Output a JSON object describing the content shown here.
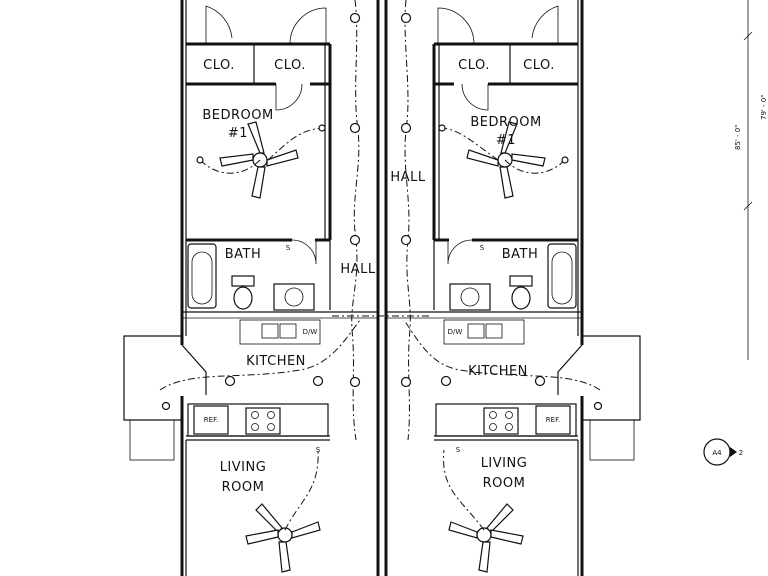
{
  "rooms": {
    "closet_1": "CLO.",
    "closet_2": "CLO.",
    "closet_3": "CLO.",
    "closet_4": "CLO.",
    "bedroom_left_line1": "BEDROOM",
    "bedroom_left_line2": "#1",
    "bedroom_right_line1": "BEDROOM",
    "bedroom_right_line2": "#1",
    "hall_upper": "HALL",
    "hall_center": "HALL",
    "bath_left": "BATH",
    "bath_right": "BATH",
    "kitchen_left": "KITCHEN",
    "kitchen_right": "KITCHEN",
    "living_left_line1": "LIVING",
    "living_left_line2": "ROOM",
    "living_right_line1": "LIVING",
    "living_right_line2": "ROOM"
  },
  "appliances": {
    "ref_left": "REF.",
    "ref_right": "REF.",
    "dw_left": "D/W",
    "dw_right": "D/W"
  },
  "switch_symbol": "S",
  "dimensions": {
    "dim_a": "85' - 0\"",
    "dim_b": "79' - 0\""
  },
  "section_marker": {
    "label": "A4",
    "number": "2"
  }
}
